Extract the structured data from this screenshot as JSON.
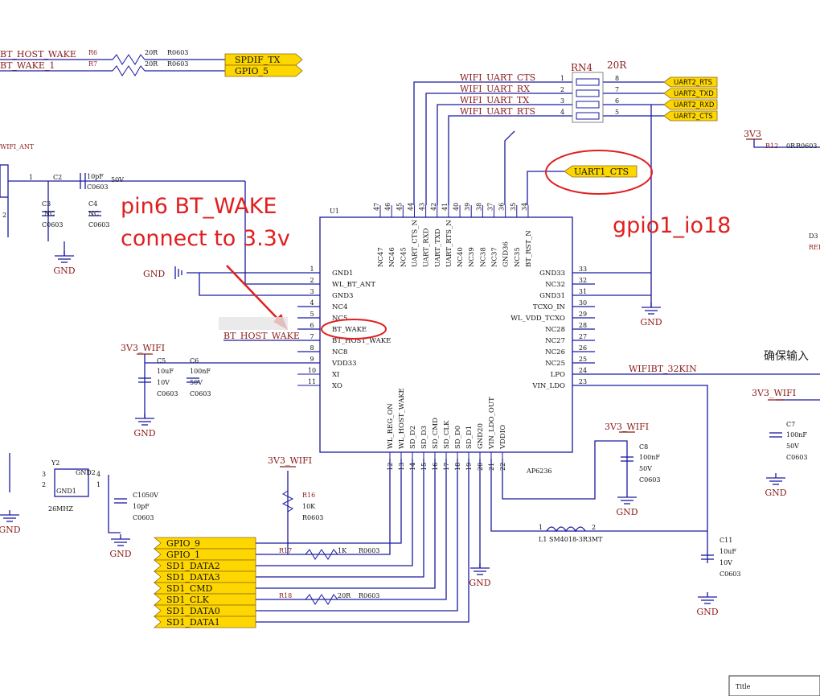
{
  "chip": {
    "ref": "U1",
    "part": "AP6236",
    "left_pins": [
      {
        "num": "1",
        "name": "GND1"
      },
      {
        "num": "2",
        "name": "WL_BT_ANT"
      },
      {
        "num": "3",
        "name": "GND3"
      },
      {
        "num": "4",
        "name": "NC4"
      },
      {
        "num": "5",
        "name": "NC5"
      },
      {
        "num": "6",
        "name": "BT_WAKE"
      },
      {
        "num": "7",
        "name": "BT_HOST_WAKE"
      },
      {
        "num": "8",
        "name": "NC8"
      },
      {
        "num": "9",
        "name": "VDD33"
      },
      {
        "num": "10",
        "name": "XI"
      },
      {
        "num": "11",
        "name": "XO"
      }
    ],
    "right_pins": [
      {
        "num": "33",
        "name": "GND33"
      },
      {
        "num": "32",
        "name": "NC32"
      },
      {
        "num": "31",
        "name": "GND31"
      },
      {
        "num": "30",
        "name": "TCXO_IN"
      },
      {
        "num": "29",
        "name": "WL_VDD_TCXO"
      },
      {
        "num": "28",
        "name": "NC28"
      },
      {
        "num": "27",
        "name": "NC27"
      },
      {
        "num": "26",
        "name": "NC26"
      },
      {
        "num": "25",
        "name": "NC25"
      },
      {
        "num": "24",
        "name": "LPO"
      },
      {
        "num": "23",
        "name": "VIN_LDO"
      }
    ],
    "top_pins": [
      {
        "num": "47",
        "name": "NC47"
      },
      {
        "num": "46",
        "name": "NC46"
      },
      {
        "num": "45",
        "name": "NC45"
      },
      {
        "num": "44",
        "name": "UART_CTS_N"
      },
      {
        "num": "43",
        "name": "UART_RXD"
      },
      {
        "num": "42",
        "name": "UART_TXD"
      },
      {
        "num": "41",
        "name": "UART_RTS_N"
      },
      {
        "num": "40",
        "name": "NC40"
      },
      {
        "num": "39",
        "name": "NC39"
      },
      {
        "num": "38",
        "name": "NC38"
      },
      {
        "num": "37",
        "name": "NC37"
      },
      {
        "num": "36",
        "name": "GND36"
      },
      {
        "num": "35",
        "name": "NC35"
      },
      {
        "num": "34",
        "name": "BT_RST_N"
      }
    ],
    "bottom_pins": [
      {
        "num": "12",
        "name": "WL_REG_ON"
      },
      {
        "num": "13",
        "name": "WL_HOST_WAKE"
      },
      {
        "num": "14",
        "name": "SD_D2"
      },
      {
        "num": "15",
        "name": "SD_D3"
      },
      {
        "num": "16",
        "name": "SD_CMD"
      },
      {
        "num": "17",
        "name": "SD_CLK"
      },
      {
        "num": "18",
        "name": "SD_D0"
      },
      {
        "num": "19",
        "name": "SD_D1"
      },
      {
        "num": "20",
        "name": "GND20"
      },
      {
        "num": "21",
        "name": "VIN_LDO_OUT"
      },
      {
        "num": "22",
        "name": "VDDIO"
      }
    ]
  },
  "top_left": {
    "net1": "BT_HOST_WAKE",
    "net2": "BT_WAKE_1",
    "r6": "R6",
    "r7": "R7",
    "rval": "20R",
    "rpkg": "R0603",
    "port1": "SPDIF_TX",
    "port2": "GPIO_5"
  },
  "uart": {
    "rn": "RN4",
    "rn_val": "20R",
    "nets": [
      "WIFI_UART_CTS",
      "WIFI_UART_RX",
      "WIFI_UART_TX",
      "WIFI_UART_RTS"
    ],
    "left_nums": [
      "1",
      "2",
      "3",
      "4"
    ],
    "right_nums": [
      "8",
      "7",
      "6",
      "5"
    ],
    "ports": [
      "UART2_RTS",
      "UART2_TXD",
      "UART2_RXD",
      "UART2_CTS"
    ],
    "uart1_cts": "UART1_CTS"
  },
  "antenna": {
    "label": "WIFI_ANT",
    "c2": "C2",
    "c2_val": "10pF",
    "c2_v": "50V",
    "c2_pkg": "C0603",
    "c3": "C3",
    "c3_val": "NC",
    "c3_pkg": "C0603",
    "c4": "C4",
    "c4_val": "NC",
    "c4_pkg": "C0603",
    "pin1": "1",
    "pin2": "2"
  },
  "power": {
    "gnd": "GND",
    "v33wifi": "3V3_WIFI",
    "v33": "3V3",
    "c5": "C5",
    "c5_val": "10uF",
    "c5_v": "10V",
    "c5_pkg": "C0603",
    "c6": "C6",
    "c6_val": "100nF",
    "c6_v": "50V",
    "c6_pkg": "C0603",
    "c8": "C8",
    "c8_val": "100nF",
    "c8_v": "50V",
    "c8_pkg": "C0603",
    "c7": "C7",
    "c7_val": "100nF",
    "c7_v": "50V",
    "c7_pkg": "C0603",
    "c11": "C11",
    "c11_val": "10uF",
    "c11_v": "10V",
    "c11_pkg": "C0603",
    "r12": "R12",
    "r12_val": "0R",
    "r12_pkg": "R0603",
    "d3": "D3",
    "d3_pkg": "REI"
  },
  "crystal": {
    "ref": "Y2",
    "freq": "26MHZ",
    "gnd1": "GND1",
    "gnd2": "GND2",
    "p1": "1",
    "p2": "2",
    "p3": "3",
    "p4": "4",
    "c10": "C10",
    "c10_v": "50V",
    "c10_val": "10pF",
    "c10_pkg": "C0603"
  },
  "sdio": {
    "ports": [
      "GPIO_9",
      "GPIO_1",
      "SD1_DATA2",
      "SD1_DATA3",
      "SD1_CMD",
      "SD1_CLK",
      "SD1_DATA0",
      "SD1_DATA1"
    ],
    "r16": "R16",
    "r16_val": "10K",
    "r16_pkg": "R0603",
    "r17": "R17",
    "r17_val": "1K",
    "r17_pkg": "R0603",
    "r18": "R18",
    "r18_val": "20R",
    "r18_pkg": "R0603"
  },
  "inductor": {
    "ref": "L1",
    "part": "SM4018-3R3MT",
    "p1": "1",
    "p2": "2"
  },
  "lpo_net": "WIFIBT_32KIN",
  "left_net_blur": "BT_HOST_WAKE",
  "annotations": {
    "bt_wake_line1": "pin6 BT_WAKE",
    "bt_wake_line2": "connect to 3.3v",
    "gpio": "gpio1_io18"
  },
  "cn_text": "确保输入",
  "title_block": "Title",
  "colors": {
    "wire": "#1a1aa0",
    "label": "#8b1a1a",
    "annot": "#e02020",
    "port_fill": "#ffd700"
  }
}
